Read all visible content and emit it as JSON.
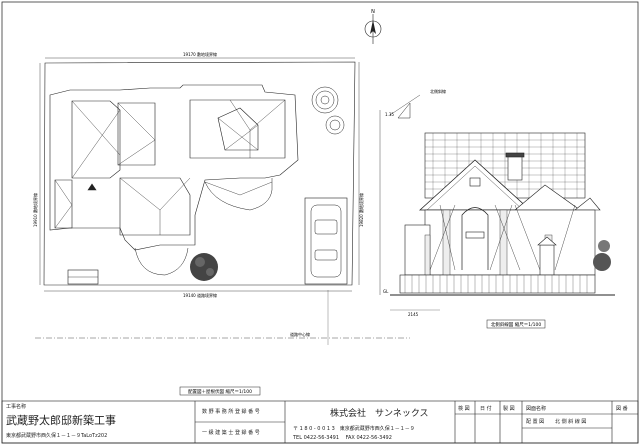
{
  "north_arrow": {
    "label": "N"
  },
  "site_plan": {
    "top_dimension": "19170 敷地境界線",
    "bottom_dimension": "19140 道路境界線",
    "left_dimension": "19910 敷地境界線",
    "right_dimension": "19820 敷地境界線",
    "road_label": "道路中心線",
    "caption": "配置図＋屋根伏図 縮尺＝1/100"
  },
  "elevation": {
    "ground_label": "GL",
    "eave_label": "1.35",
    "height_label": "北側斜線",
    "caption": "北側斜線図 縮尺＝1/100",
    "scale_note": "2145"
  },
  "title_block": {
    "project_label": "工事名称",
    "project_name": "武蔵野太郎邸新築工事",
    "project_address": "東京都武蔵野市西久保１－１－９TaLoTz202",
    "architect_reg_1": "数 野 事 務 所 登 録 番 号",
    "architect_reg_2": "一 級 建 築 士 登 録 番 号",
    "company_name": "株式会社　サンネックス",
    "company_address": "〒 1 8 0 - 0 0 1 3　東京都武蔵野市西久保１－１－９",
    "company_tel": "TEL 0422-56-3491　 FAX 0422-56-3492",
    "check_label": "検 図",
    "date_label": "日 付",
    "draw_label": "製 図",
    "drawing_name_label": "図面名称",
    "drawing_name_1": "配 置 図",
    "drawing_name_2": "北 側 斜 線 図",
    "drawing_no_label": "図 番"
  }
}
